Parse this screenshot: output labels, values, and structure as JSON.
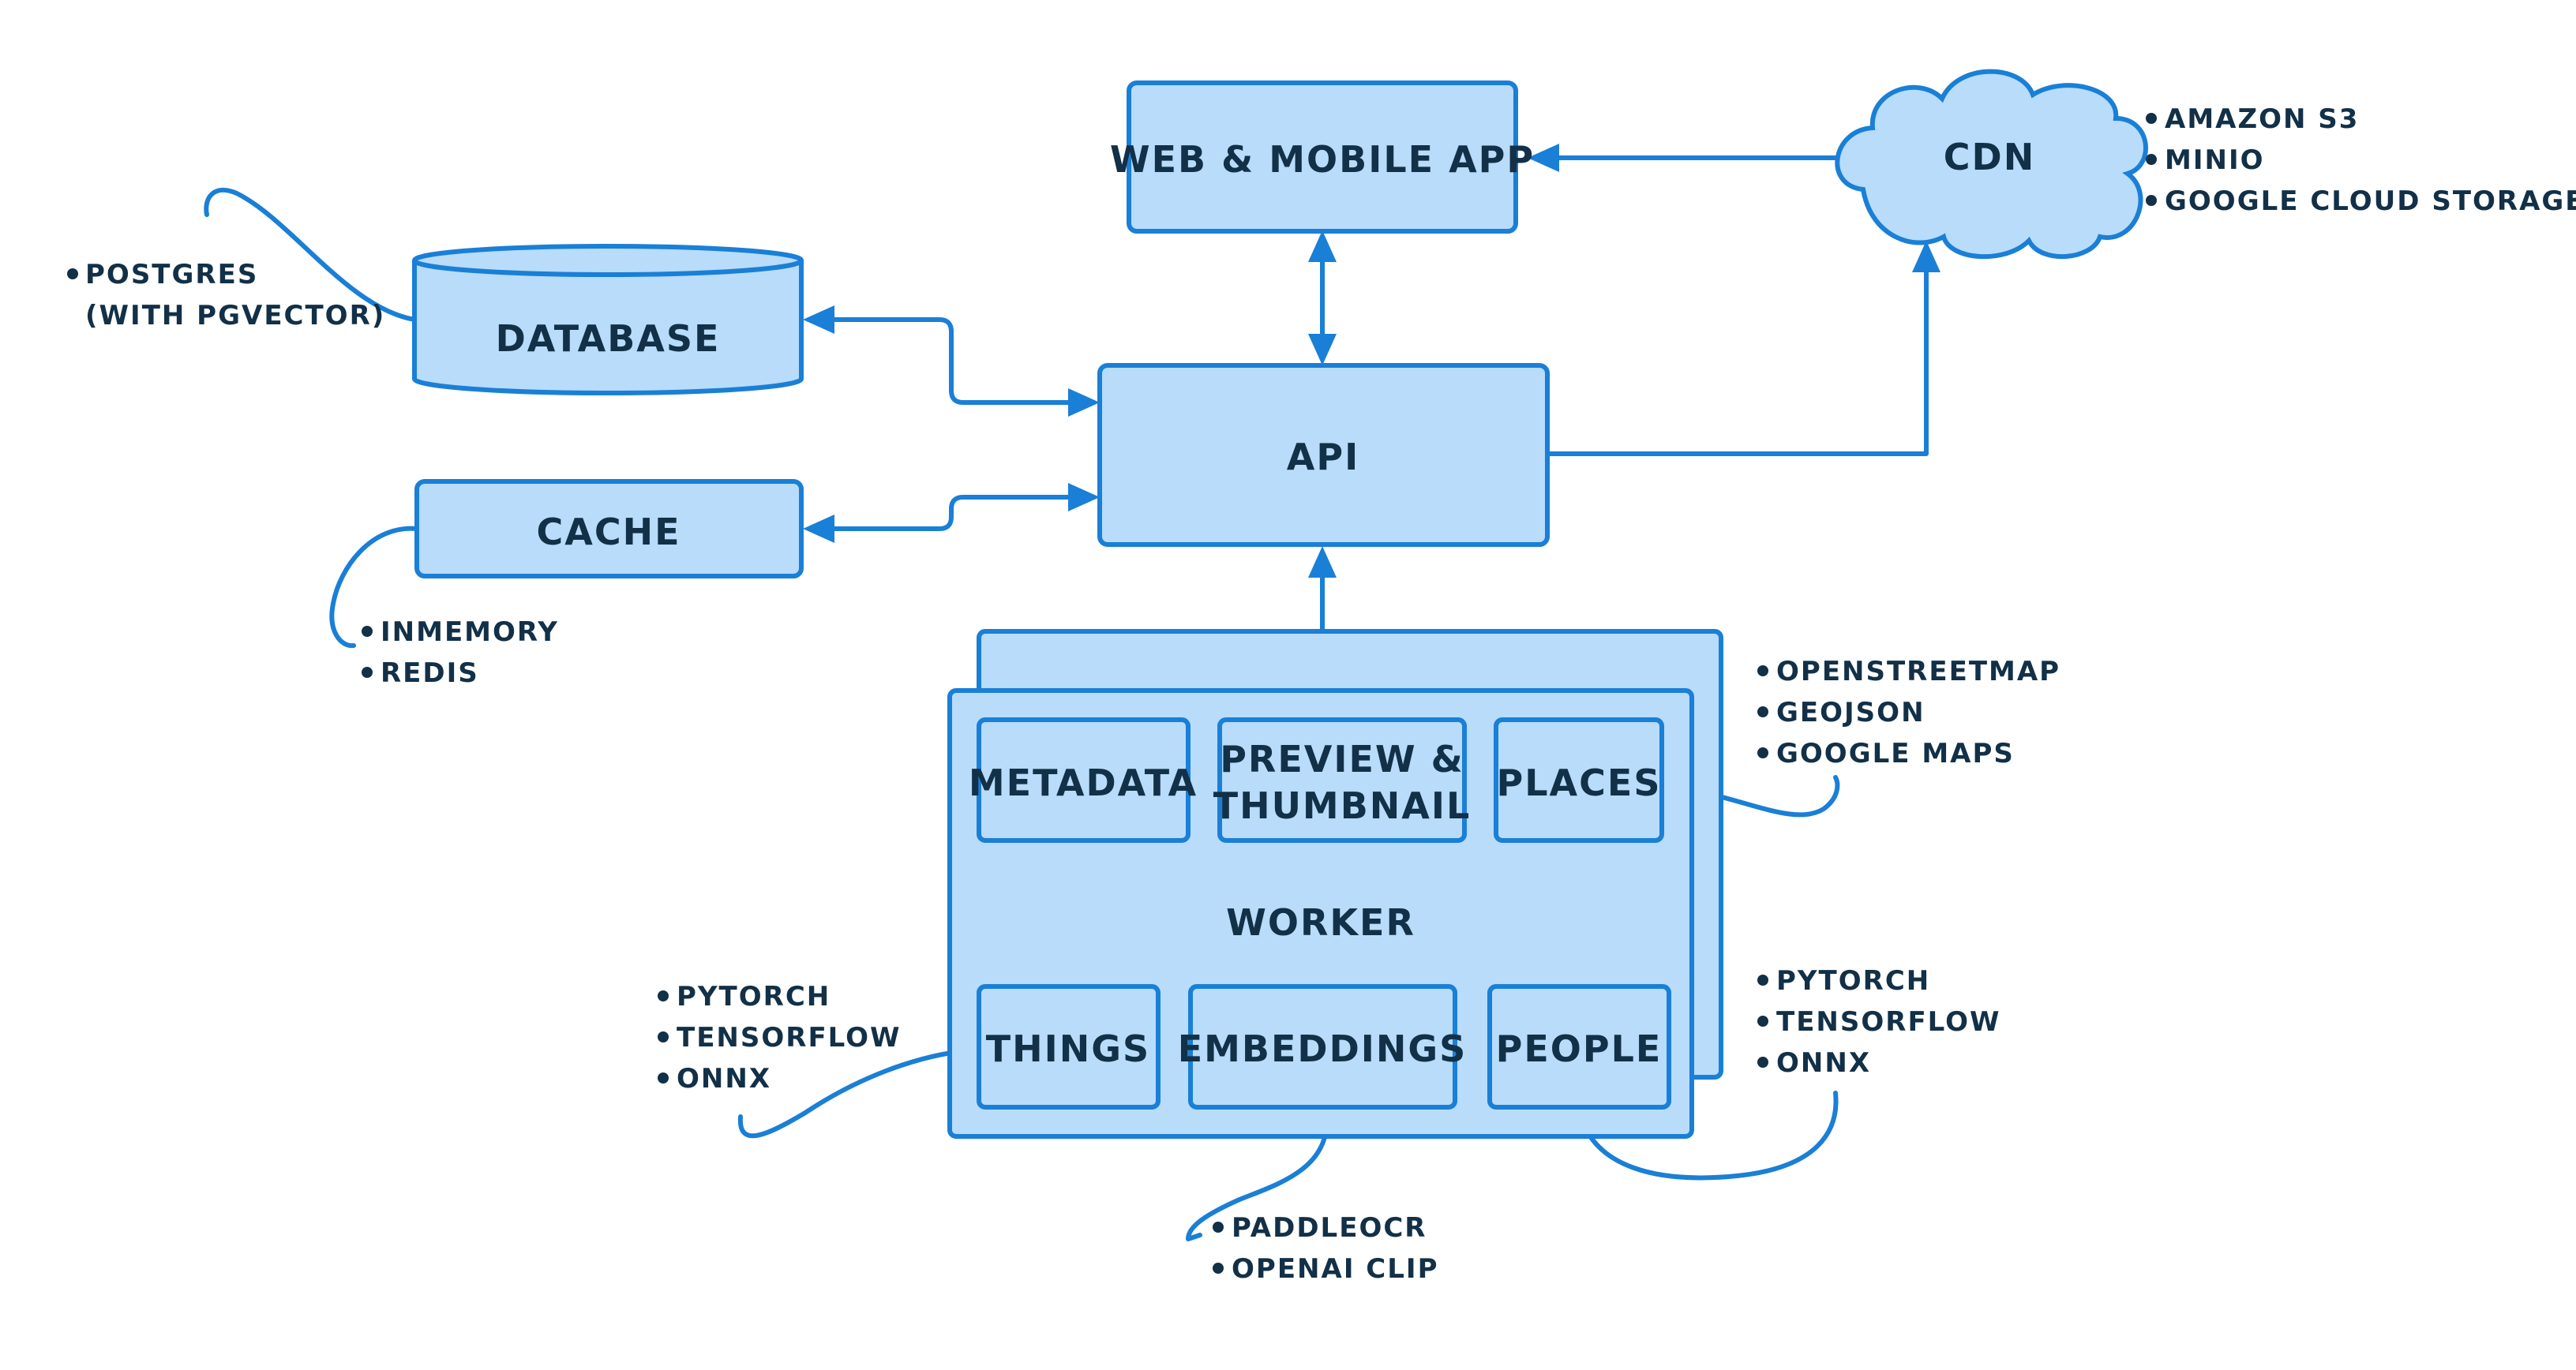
{
  "nodes": {
    "web_app": "WEB & MOBILE APP",
    "cdn": "CDN",
    "database": "DATABASE",
    "cache": "CACHE",
    "api": "API",
    "worker": "WORKER",
    "metadata": "METADATA",
    "preview_line1": "PREVIEW &",
    "preview_line2": "THUMBNAIL",
    "places": "PLACES",
    "things": "THINGS",
    "embeddings": "EMBEDDINGS",
    "people": "PEOPLE"
  },
  "notes": {
    "cdn": [
      "AMAZON S3",
      "MINIO",
      "GOOGLE CLOUD STORAGE"
    ],
    "database": [
      "POSTGRES",
      "(WITH PGVECTOR)"
    ],
    "cache": [
      "INMEMORY",
      "REDIS"
    ],
    "places": [
      "OPENSTREETMAP",
      "GEOJSON",
      "GOOGLE MAPS"
    ],
    "things": [
      "PYTORCH",
      "TENSORFLOW",
      "ONNX"
    ],
    "people": [
      "PYTORCH",
      "TENSORFLOW",
      "ONNX"
    ],
    "embeddings": [
      "PADDLEOCR",
      "OPENAI CLIP"
    ]
  },
  "colors": {
    "fill": "#b8dcfa",
    "stroke": "#1a7fd6",
    "text": "#123047"
  }
}
